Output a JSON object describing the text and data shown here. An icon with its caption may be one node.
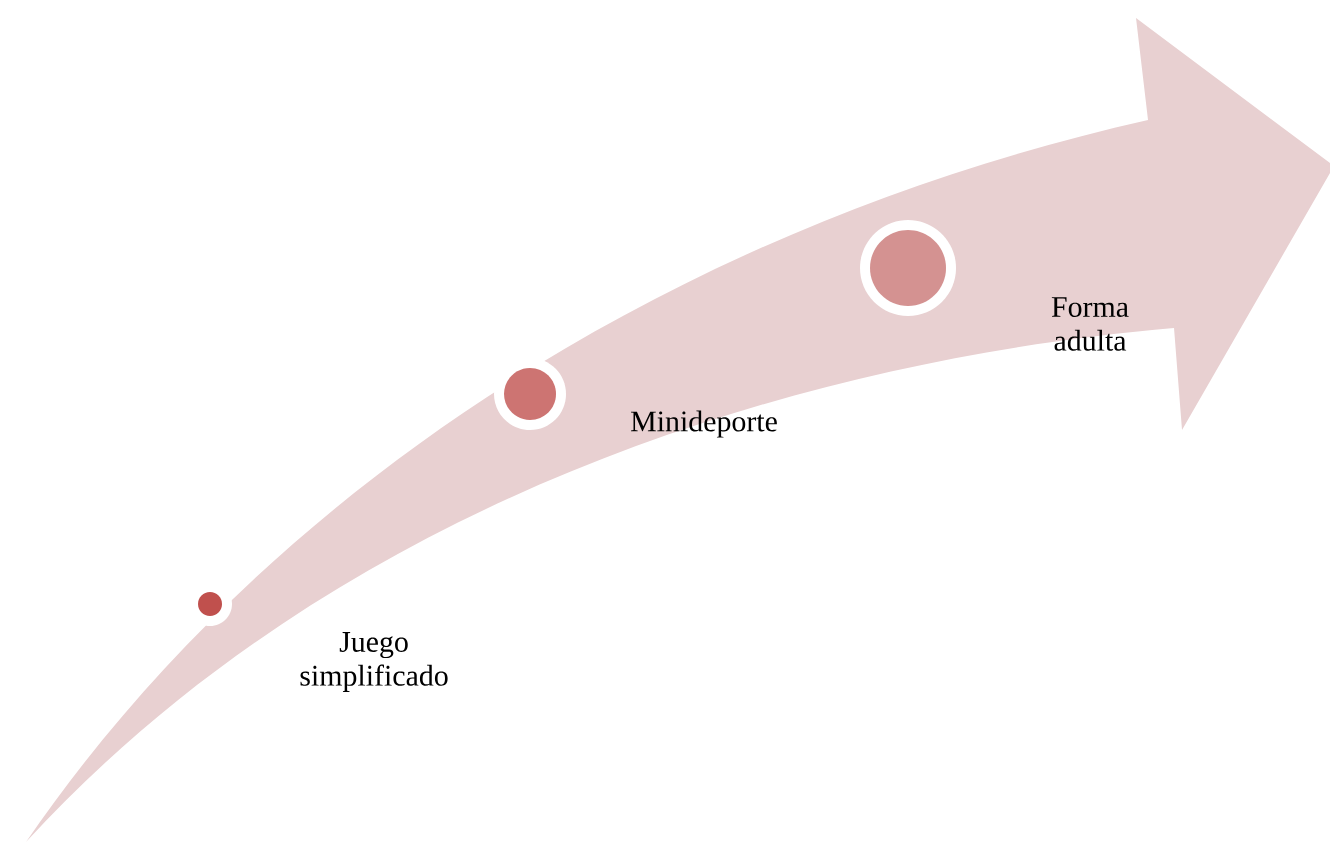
{
  "diagram": {
    "nodes": [
      {
        "text": [],
        "shape": "circle",
        "beside": [
          "Juego simplificado"
        ]
      },
      {
        "text": [],
        "shape": "circle",
        "beside": [
          "Minideporte"
        ]
      },
      {
        "text": [],
        "shape": "circle",
        "beside": [
          "Forma adulta"
        ]
      }
    ]
  }
}
